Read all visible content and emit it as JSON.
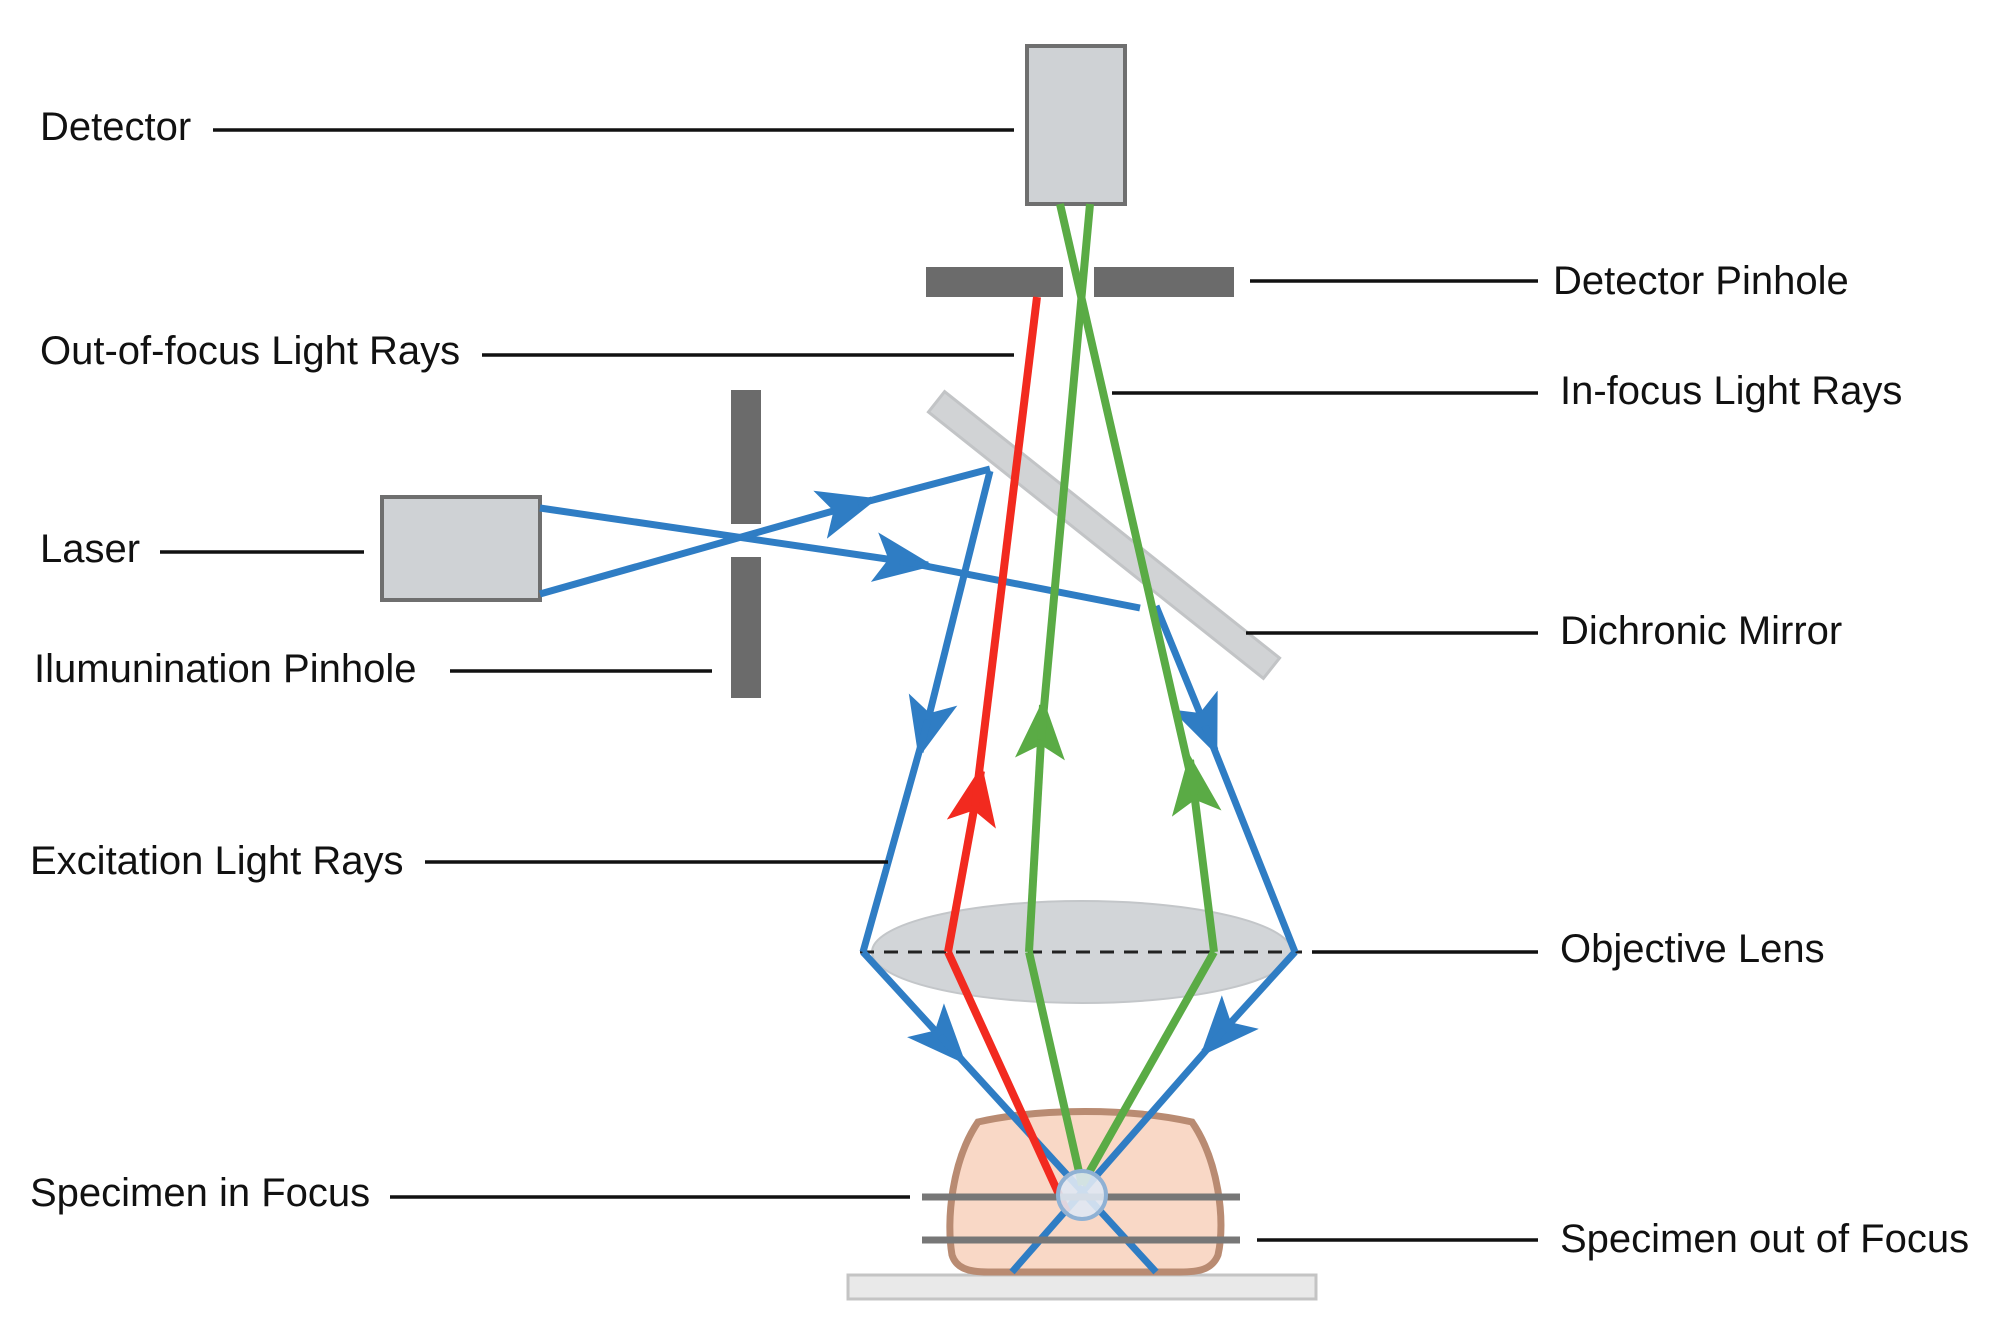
{
  "labels": {
    "detector": "Detector",
    "detector_pinhole": "Detector Pinhole",
    "out_of_focus_rays": "Out-of-focus Light Rays",
    "in_focus_rays": "In-focus Light Rays",
    "laser": "Laser",
    "dichronic_mirror": "Dichronic Mirror",
    "illumination_pinhole": "Ilumunination Pinhole",
    "excitation_rays": "Excitation Light Rays",
    "objective_lens": "Objective Lens",
    "specimen_in_focus": "Specimen in Focus",
    "specimen_out_of_focus": "Specimen out of Focus"
  },
  "colors": {
    "excitation": "#2f7dc4",
    "out_of_focus": "#f22a1f",
    "in_focus": "#5aab45",
    "component_fill": "#cfd2d5",
    "component_stroke": "#6f6f6f",
    "pinhole": "#6b6b6b",
    "specimen_fill": "#f9d8c6",
    "specimen_stroke": "#b98b72"
  }
}
